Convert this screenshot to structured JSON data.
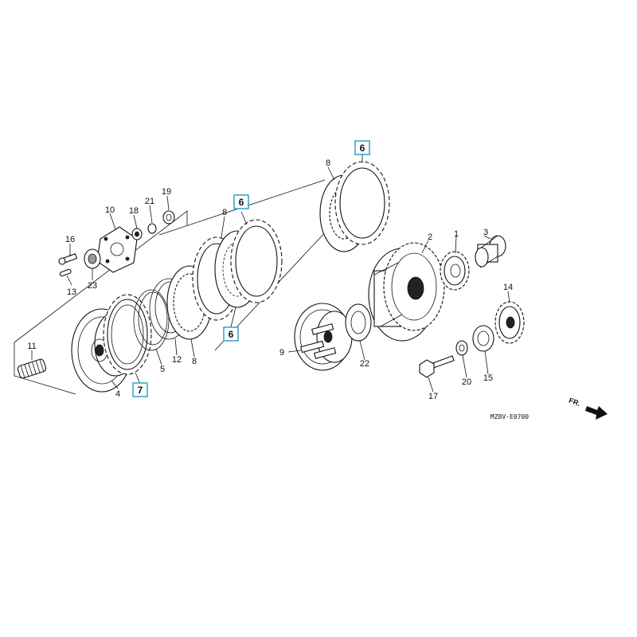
{
  "diagram": {
    "callouts": [
      {
        "id": "c1",
        "label": "1"
      },
      {
        "id": "c2",
        "label": "2"
      },
      {
        "id": "c3",
        "label": "3"
      },
      {
        "id": "c4",
        "label": "4"
      },
      {
        "id": "c5",
        "label": "5"
      },
      {
        "id": "c8a",
        "label": "8"
      },
      {
        "id": "c8b",
        "label": "8"
      },
      {
        "id": "c8c",
        "label": "8"
      },
      {
        "id": "c9",
        "label": "9"
      },
      {
        "id": "c10",
        "label": "10"
      },
      {
        "id": "c11",
        "label": "11"
      },
      {
        "id": "c12",
        "label": "12"
      },
      {
        "id": "c13",
        "label": "13"
      },
      {
        "id": "c14",
        "label": "14"
      },
      {
        "id": "c15",
        "label": "15"
      },
      {
        "id": "c16",
        "label": "16"
      },
      {
        "id": "c17",
        "label": "17"
      },
      {
        "id": "c18",
        "label": "18"
      },
      {
        "id": "c19",
        "label": "19"
      },
      {
        "id": "c20",
        "label": "20"
      },
      {
        "id": "c21",
        "label": "21"
      },
      {
        "id": "c22",
        "label": "22"
      },
      {
        "id": "c23",
        "label": "23"
      }
    ],
    "highlighted_callouts": [
      {
        "id": "h6a",
        "label": "6"
      },
      {
        "id": "h6b",
        "label": "6"
      },
      {
        "id": "h6c",
        "label": "6"
      },
      {
        "id": "h7",
        "label": "7"
      }
    ],
    "diagram_code": "MZ8V-E0700",
    "direction_label": "FR.",
    "highlight_color": "#3fa6c4"
  }
}
